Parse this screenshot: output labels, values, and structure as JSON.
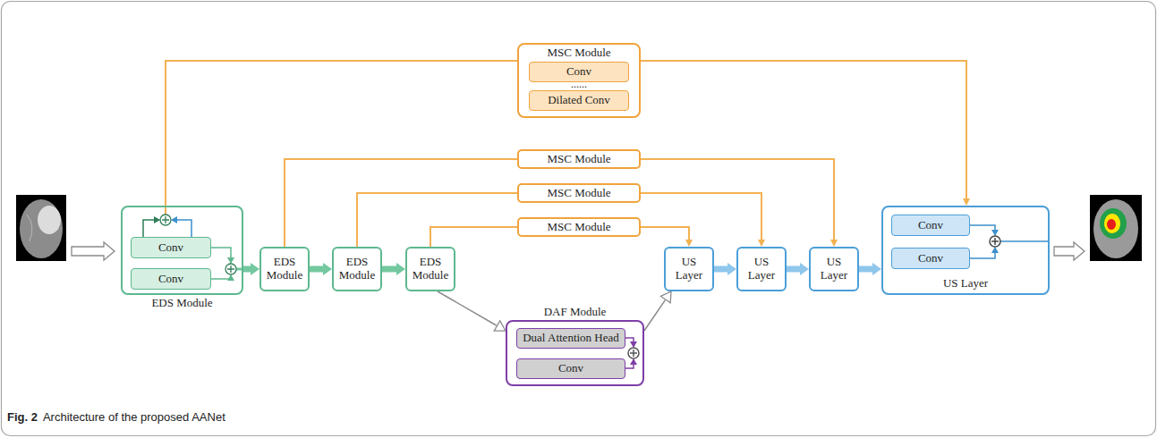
{
  "diagram": {
    "caption": "Architecture of the proposed AANet",
    "nodes": [
      {
        "text": [
          "EDS Module"
        ]
      },
      {
        "text": [
          "Conv"
        ],
        "in": 0
      },
      {
        "text": [
          "Conv"
        ],
        "in": 0
      },
      {
        "text": [
          "EDS Module"
        ]
      },
      {
        "text": [
          "EDS Module"
        ]
      },
      {
        "text": [
          "EDS Module"
        ]
      },
      {
        "text": [
          "MSC Module",
          "......"
        ]
      },
      {
        "text": [
          "Conv"
        ],
        "in": 6
      },
      {
        "text": [
          "Dilated Conv"
        ],
        "in": 6
      },
      {
        "text": [
          "MSC Module"
        ]
      },
      {
        "text": [
          "MSC Module"
        ]
      },
      {
        "text": [
          "MSC Module"
        ]
      },
      {
        "text": [
          "DAF Module"
        ]
      },
      {
        "text": [
          "Dual Attention Head"
        ],
        "in": 12
      },
      {
        "text": [
          "Conv"
        ],
        "in": 12
      },
      {
        "text": [
          "US Layer"
        ]
      },
      {
        "text": [
          "US Layer"
        ]
      },
      {
        "text": [
          "US Layer"
        ]
      },
      {
        "text": [
          "US Layer"
        ]
      },
      {
        "text": [
          "Conv"
        ],
        "in": 18
      },
      {
        "text": [
          "Conv"
        ],
        "in": 18
      }
    ],
    "edges": [
      {
        "from": 0,
        "to": 3,
        "arrow": "to"
      },
      {
        "from": 3,
        "to": 4,
        "arrow": "to"
      },
      {
        "from": 4,
        "to": 5,
        "arrow": "to"
      },
      {
        "from": 5,
        "to": 12,
        "arrow": "to"
      },
      {
        "from": 12,
        "to": 15,
        "arrow": "to"
      },
      {
        "from": 15,
        "to": 16,
        "arrow": "to"
      },
      {
        "from": 16,
        "to": 17,
        "arrow": "to"
      },
      {
        "from": 17,
        "to": 18,
        "arrow": "to"
      },
      {
        "from": 0,
        "to": 6,
        "arrow": "none"
      },
      {
        "from": 6,
        "to": 18,
        "arrow": "to"
      },
      {
        "from": 3,
        "to": 9,
        "arrow": "none"
      },
      {
        "from": 9,
        "to": 17,
        "arrow": "to"
      },
      {
        "from": 4,
        "to": 10,
        "arrow": "none"
      },
      {
        "from": 10,
        "to": 16,
        "arrow": "to"
      },
      {
        "from": 5,
        "to": 11,
        "arrow": "none"
      },
      {
        "from": 11,
        "to": 15,
        "arrow": "to"
      }
    ],
    "labels": [
      "Fig. 2"
    ]
  }
}
